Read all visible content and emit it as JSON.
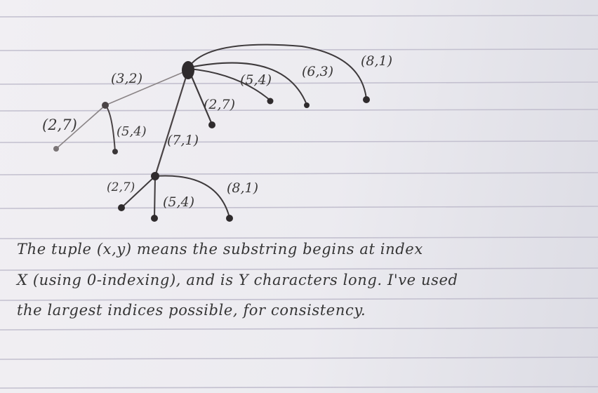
{
  "tree": {
    "edge_labels": {
      "root_to_left": "(3,2)",
      "root_to_mid": "(7,1)",
      "root_child_a": "(2,7)",
      "root_child_b": "(5,4)",
      "root_child_c": "(6,3)",
      "root_child_d": "(8,1)",
      "left_child_a": "(2,7)",
      "left_child_b": "(5,4)",
      "mid_child_a": "(2,7)",
      "mid_child_b": "(5,4)",
      "mid_child_c": "(8,1)"
    }
  },
  "note": {
    "line1": "The tuple (x,y) means the substring begins at index",
    "line2": "X (using 0-indexing), and is Y characters long. I've used",
    "line3": "the largest indices possible, for consistency."
  },
  "colors": {
    "ink": "#3a3838",
    "pencil": "#6a6466",
    "rule_line": "#c3c0cf"
  }
}
